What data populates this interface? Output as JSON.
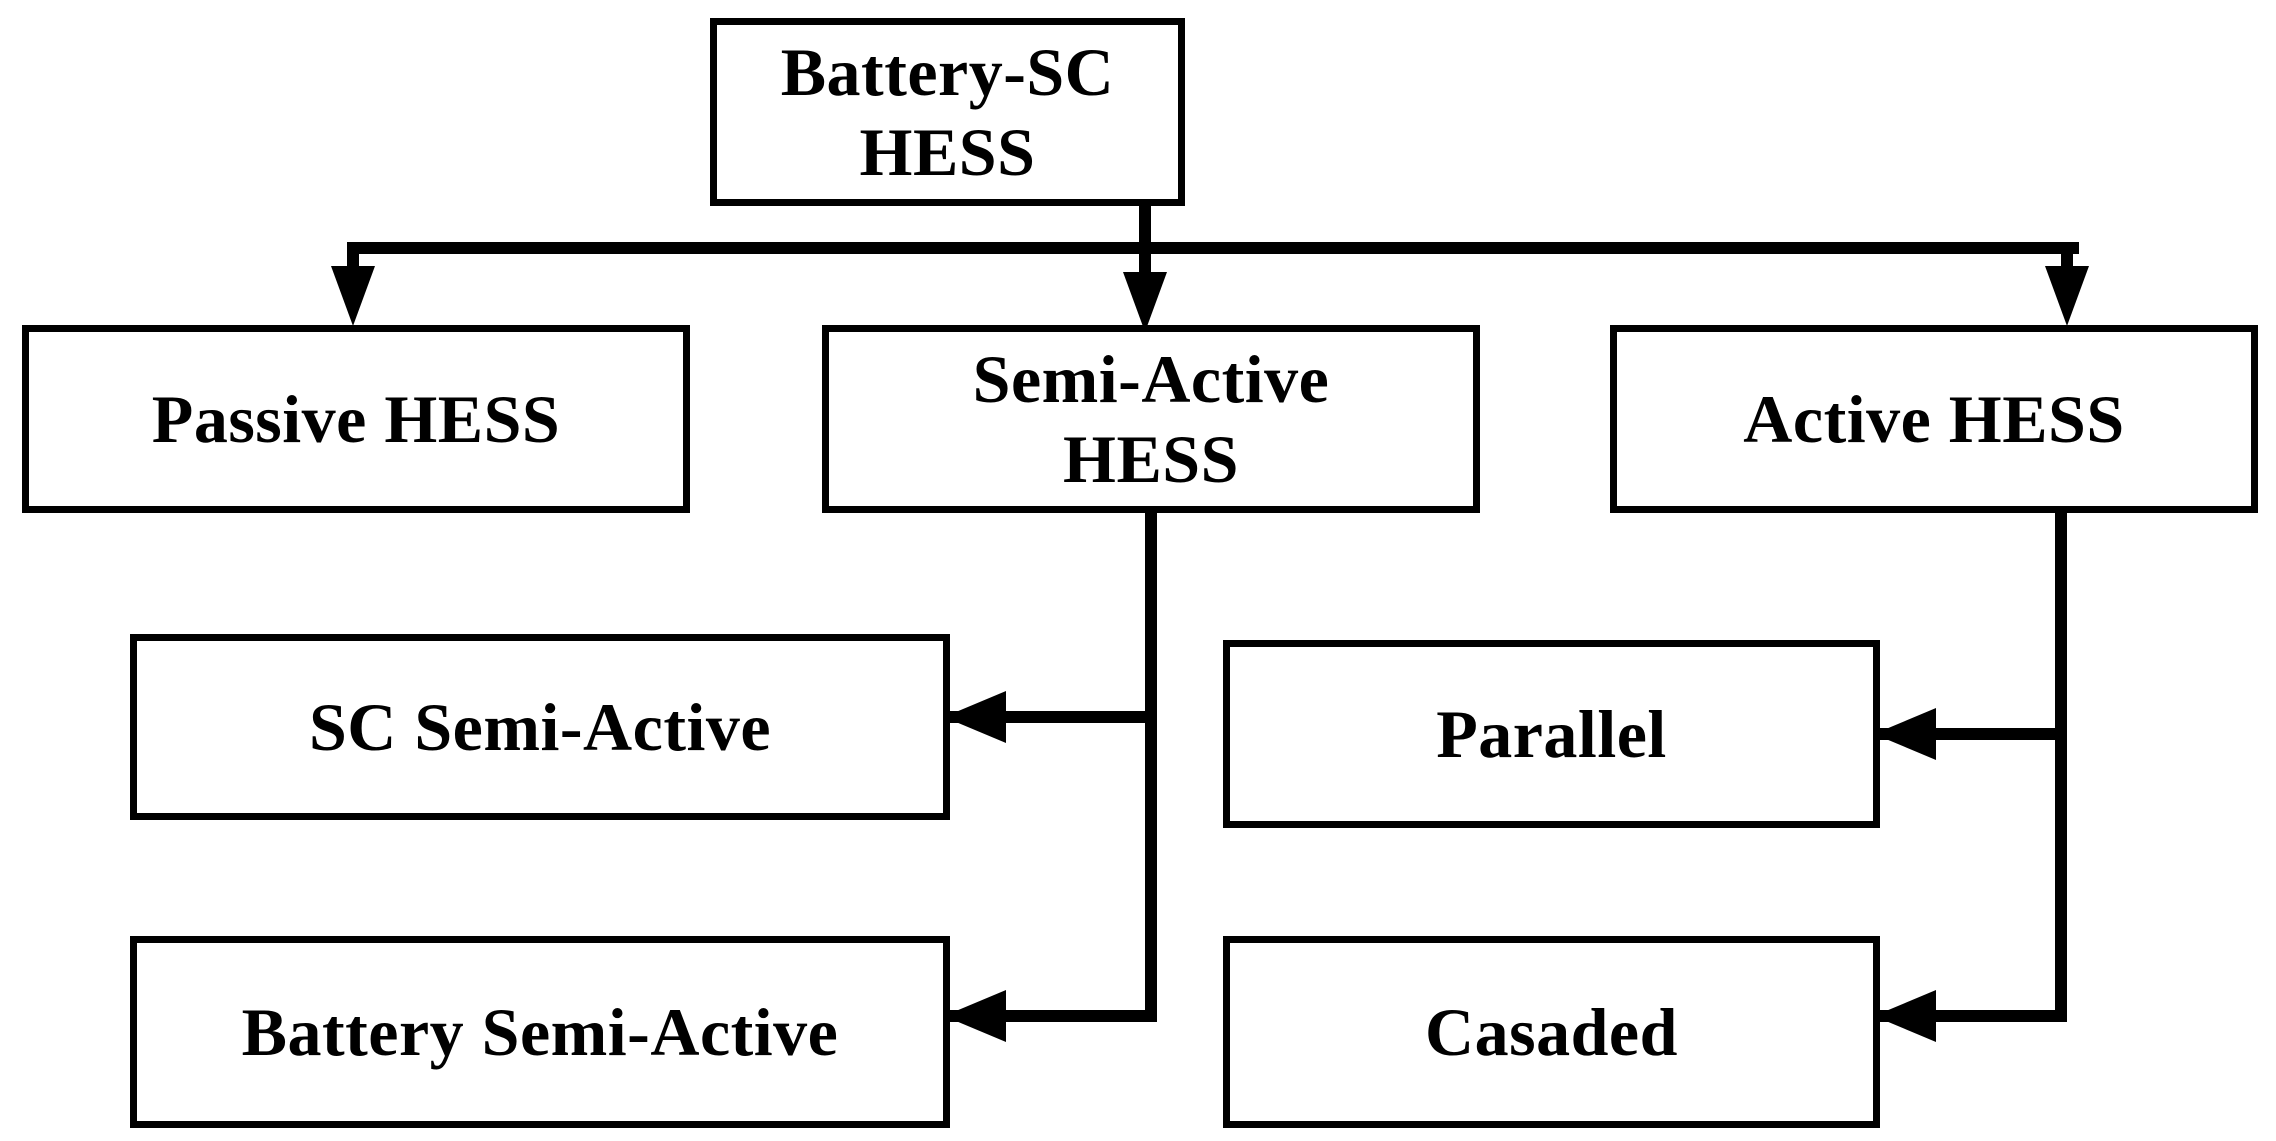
{
  "diagram": {
    "title": "Battery-SC HESS classification hierarchy",
    "type": "tree-flowchart",
    "background_color": "#FFFFFF",
    "stroke_color": "#000000",
    "text_color": "#000000",
    "nodes": {
      "root": {
        "id": "battery-sc-hess",
        "label": "Battery-SC HESS",
        "level": 0
      },
      "passive": {
        "id": "passive-hess",
        "label": "Passive HESS",
        "level": 1
      },
      "semi_active": {
        "id": "semi-active-hess",
        "label": "Semi-Active\nHESS",
        "level": 1
      },
      "active": {
        "id": "active-hess",
        "label": "Active HESS",
        "level": 1
      },
      "sc_semi_active": {
        "id": "sc-semi-active",
        "label": "SC Semi-Active",
        "level": 2
      },
      "battery_semi_active": {
        "id": "battery-semi-active",
        "label": "Battery  Semi-Active",
        "level": 2
      },
      "parallel": {
        "id": "parallel",
        "label": "Parallel",
        "level": 2
      },
      "casaded": {
        "id": "casaded",
        "label": "Casaded",
        "level": 2
      }
    },
    "edges": [
      {
        "from": "battery-sc-hess",
        "to": "passive-hess",
        "arrow": "down"
      },
      {
        "from": "battery-sc-hess",
        "to": "semi-active-hess",
        "arrow": "down"
      },
      {
        "from": "battery-sc-hess",
        "to": "active-hess",
        "arrow": "down"
      },
      {
        "from": "semi-active-hess",
        "to": "sc-semi-active",
        "arrow": "left"
      },
      {
        "from": "semi-active-hess",
        "to": "battery-semi-active",
        "arrow": "left"
      },
      {
        "from": "active-hess",
        "to": "parallel",
        "arrow": "left"
      },
      {
        "from": "active-hess",
        "to": "casaded",
        "arrow": "left"
      }
    ]
  }
}
